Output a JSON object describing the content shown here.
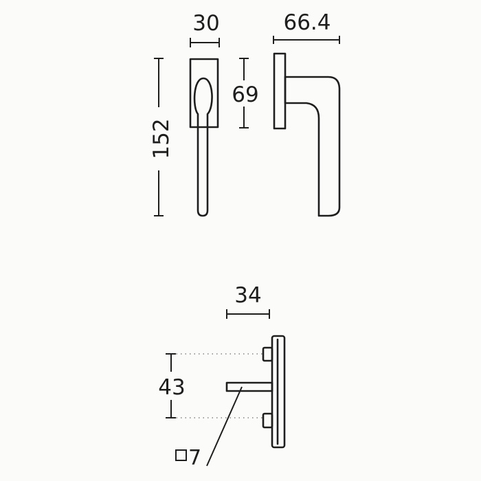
{
  "dimensions": {
    "rose_width": "30",
    "handle_projection": "66.4",
    "rose_height": "69",
    "handle_length": "152",
    "side_depth": "34",
    "screw_spacing": "43",
    "spindle_size": "7"
  },
  "colors": {
    "ink": "#1e1e1e",
    "background": "#fbfbfa"
  },
  "icons": {
    "spindle_square": "square-icon"
  }
}
